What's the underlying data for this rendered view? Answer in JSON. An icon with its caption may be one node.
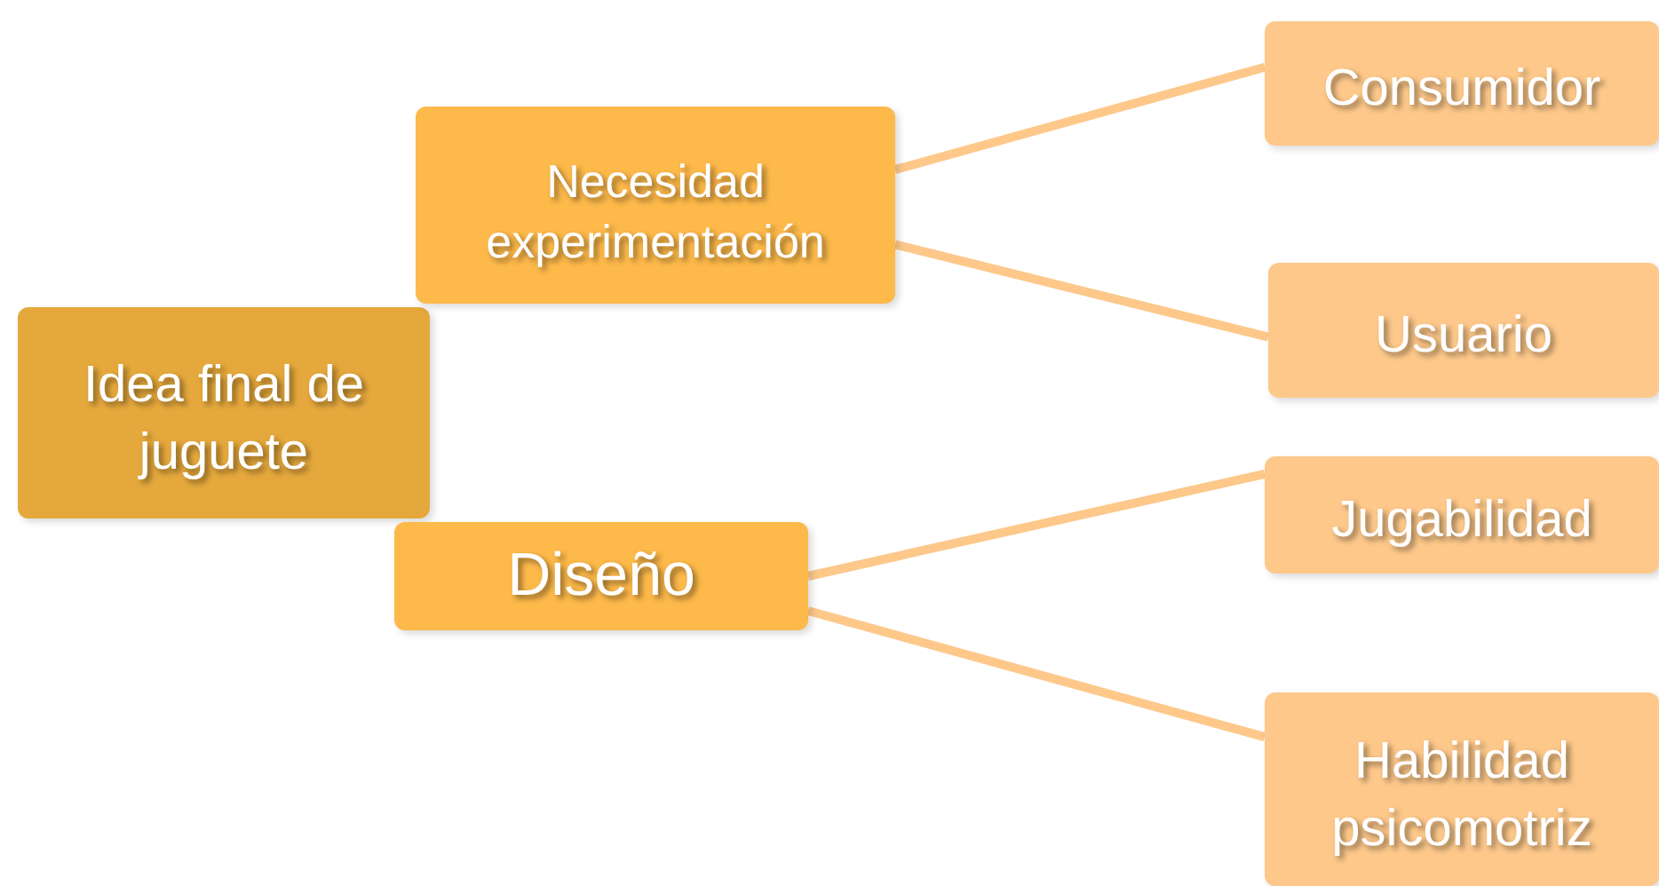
{
  "diagram": {
    "nodes": [
      {
        "text": [
          "Idea final de juguete"
        ]
      },
      {
        "text": [
          "Necesidad experimentación"
        ]
      },
      {
        "text": [
          "Diseño"
        ]
      },
      {
        "text": [
          "Consumidor"
        ]
      },
      {
        "text": [
          "Usuario"
        ]
      },
      {
        "text": [
          "Jugabilidad"
        ]
      },
      {
        "text": [
          "Habilidad psicomotriz"
        ]
      }
    ],
    "edges": [
      {
        "from": 1,
        "to": 3,
        "arrow": "none"
      },
      {
        "from": 1,
        "to": 4,
        "arrow": "none"
      },
      {
        "from": 2,
        "to": 5,
        "arrow": "none"
      },
      {
        "from": 2,
        "to": 6,
        "arrow": "none"
      }
    ]
  }
}
